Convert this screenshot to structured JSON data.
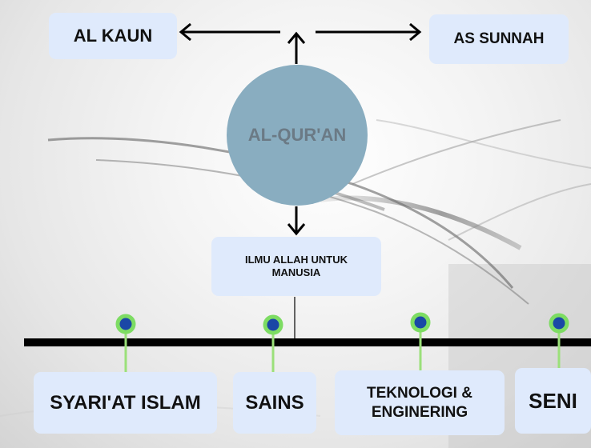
{
  "diagram": {
    "center": "AL-QUR'AN",
    "left_source": "AL KAUN",
    "right_source": "AS SUNNAH",
    "middle": "ILMU ALLAH UNTUK MANUSIA",
    "branches": [
      "SYARI'AT ISLAM",
      "SAINS",
      "TEKNOLOGI & ENGINERING",
      "SENI"
    ]
  },
  "colors": {
    "box_fill": "#dfeafc",
    "circle_fill": "#89adc0",
    "circle_text": "#6b7a85",
    "timeline": "#000000",
    "connector": "#9be07a",
    "dot_ring": "#7ddc63",
    "dot_fill": "#1a47a6"
  }
}
